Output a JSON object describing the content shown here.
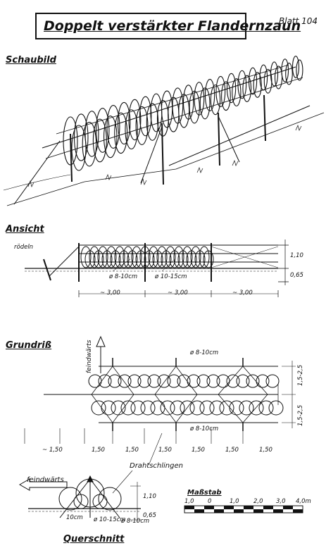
{
  "header": {
    "title": "Doppelt verstärkter Flandernzaun",
    "sheet": "Blatt 104"
  },
  "schaubild": {
    "heading": "Schaubild"
  },
  "ansicht": {
    "heading": "Ansicht",
    "label_roedeln": "rödeln",
    "dim_left": "ø 8-10cm",
    "dim_right": "ø 10-15cm",
    "height_top": "1,10",
    "height_bottom": "0,65",
    "spacings": [
      "~ 3,00",
      "~ 3,00",
      "~ 3,00"
    ]
  },
  "grundriss": {
    "heading": "Grundriß",
    "direction": "feindwärts",
    "dim_top": "ø 8-10cm",
    "dim_bottom": "ø 8-10cm",
    "width_top": "1,5-2,5",
    "width_bottom": "1,5-2,5",
    "spacings": [
      "~ 1,50",
      "1,50",
      "1,50",
      "1,50",
      "1,50",
      "1,50",
      "1,50"
    ]
  },
  "querschnitt": {
    "heading": "Querschnitt",
    "direction": "feindwärts",
    "label_drahtschlingen": "Drahtschlingen",
    "dim_a": "10cm",
    "dim_b": "ø 10-15cm",
    "dim_c": "ø 8-10cm",
    "height_top": "1,10",
    "height_bottom": "0,65"
  },
  "scale": {
    "heading": "Maßstab",
    "ticks": [
      "1,0",
      "0",
      "1,0",
      "2,0",
      "3,0",
      "4,0m"
    ]
  }
}
